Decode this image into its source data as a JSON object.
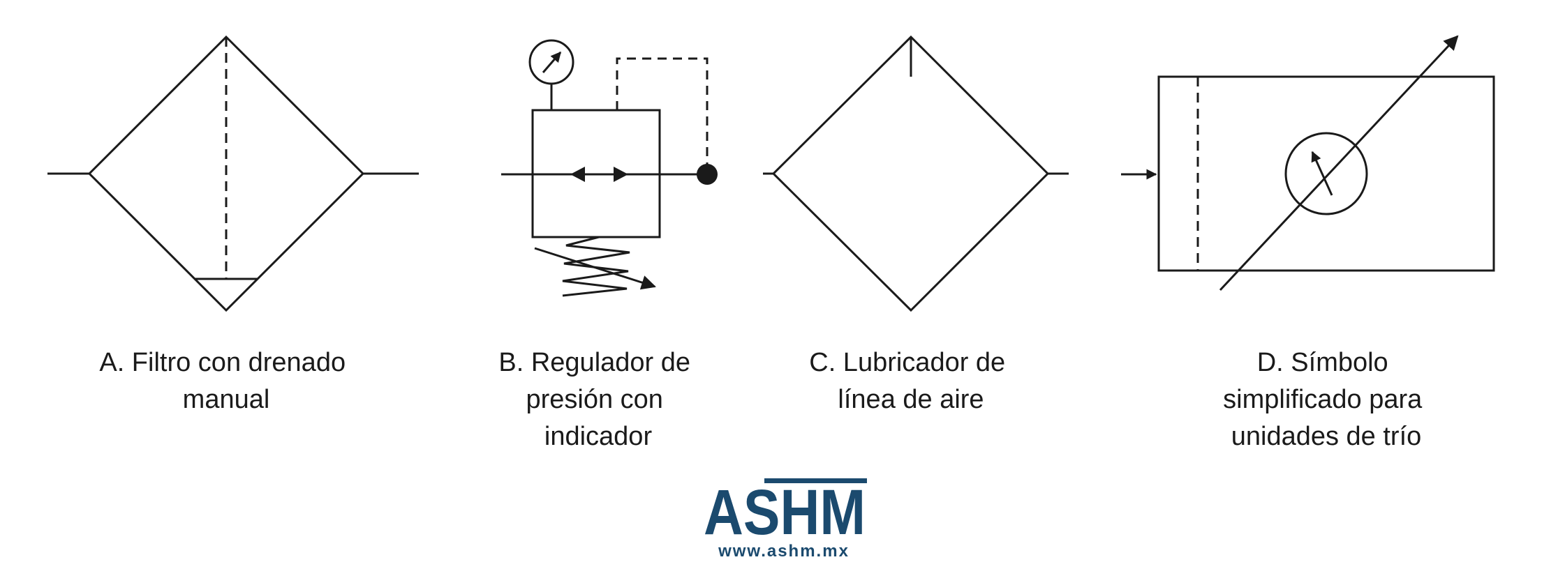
{
  "symbols": {
    "a": {
      "caption": [
        "A. Filtro con drenado",
        "manual"
      ]
    },
    "b": {
      "caption": [
        "B. Regulador de",
        "presión con",
        "indicador"
      ]
    },
    "c": {
      "caption": [
        "C. Lubricador de",
        "línea de aire"
      ]
    },
    "d": {
      "caption": [
        "D. Símbolo",
        "simplificado para",
        "unidades de trío"
      ]
    }
  },
  "logo": {
    "text": "ASHM",
    "url": "www.ashm.mx",
    "color": "#1b4a6e"
  },
  "colors": {
    "stroke": "#1a1a1a",
    "background": "#ffffff"
  }
}
